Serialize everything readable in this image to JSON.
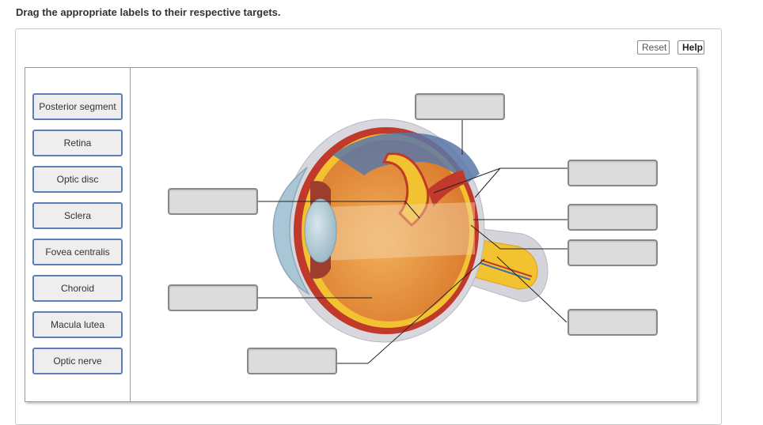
{
  "instruction": "Drag the appropriate labels to their respective targets.",
  "toolbar": {
    "reset_label": "Reset",
    "help_label": "Help"
  },
  "labels": [
    "Posterior segment",
    "Retina",
    "Optic disc",
    "Sclera",
    "Fovea centralis",
    "Choroid",
    "Macula lutea",
    "Optic nerve"
  ],
  "targets": [
    "",
    "",
    "",
    "",
    "",
    "",
    "",
    ""
  ],
  "colors": {
    "chip_border": "#5b7fb8",
    "chip_fill": "#eeeeee",
    "target_fill": "#dcdcdc",
    "sclera": "#d7d7dd",
    "choroid": "#c0392b",
    "retina": "#f2c230",
    "vitreous": "#e8943a",
    "cornea": "#a9c6d6"
  },
  "icons": [
    "eye-anatomy-illustration"
  ]
}
